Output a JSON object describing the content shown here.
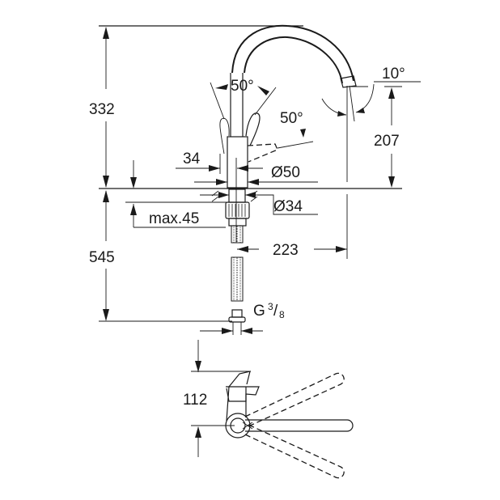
{
  "drawing": {
    "title": "Single-lever sink mixer dimension drawing",
    "colors": {
      "line": "#1a1a1a",
      "background": "#ffffff"
    },
    "units": "mm",
    "dimensions": {
      "total_height_above_deck": "332",
      "spout_outlet_height": "207",
      "spout_reach": "223",
      "below_deck_length": "545",
      "max_deck_thickness": "max.45",
      "body_width": "34",
      "body_diameter": "Ø50",
      "mounting_hole_diameter": "Ø34",
      "connection_thread_main": "G",
      "connection_thread_num": "3",
      "connection_thread_den": "8",
      "lever_height_top_view": "112"
    },
    "angles": {
      "lever_tilt_up": "50°",
      "lever_swing": "50°",
      "spout_tilt": "10°"
    }
  }
}
